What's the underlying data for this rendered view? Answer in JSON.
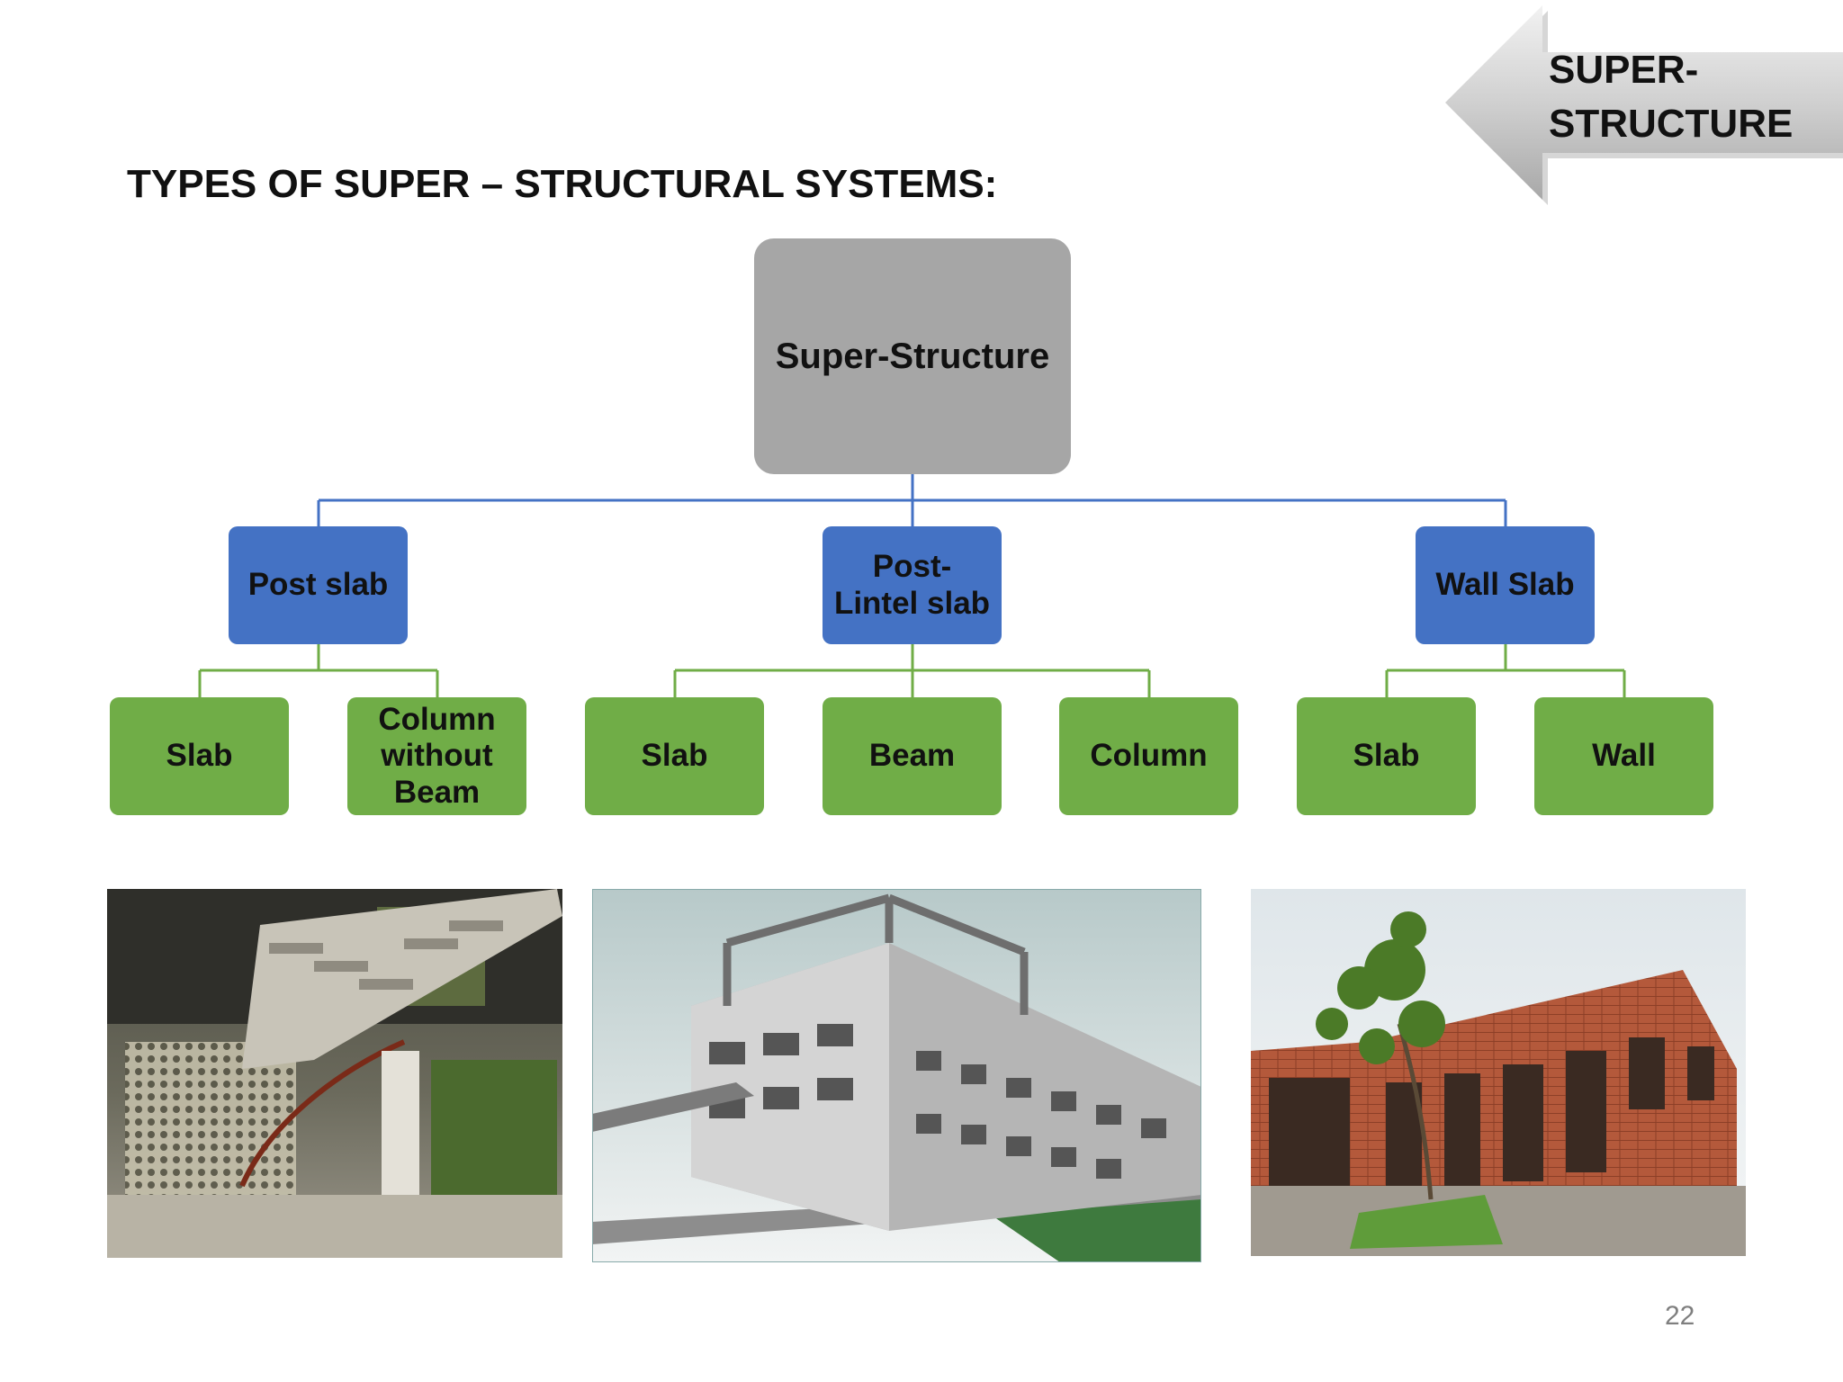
{
  "banner": {
    "line1": "SUPER-",
    "line2": "STRUCTURE"
  },
  "heading": "TYPES OF SUPER – STRUCTURAL SYSTEMS:",
  "diagram": {
    "root": "Super-Structure",
    "branches": [
      {
        "label": "Post slab",
        "children": [
          "Slab",
          "Column without Beam"
        ]
      },
      {
        "label": "Post-\nLintel slab",
        "children": [
          "Slab",
          "Beam",
          "Column"
        ]
      },
      {
        "label": "Wall Slab",
        "children": [
          "Slab",
          "Wall"
        ]
      }
    ],
    "colors": {
      "root": "#a6a6a6",
      "branch": "#4472c4",
      "leaf": "#70ad47",
      "branch_line": "#4472c4",
      "leaf_line": "#70ad47"
    }
  },
  "photos": [
    {
      "name": "post-slab-staircase-photo"
    },
    {
      "name": "post-lintel-3d-model-image"
    },
    {
      "name": "brick-wall-slab-photo"
    }
  ],
  "page_number": "22"
}
